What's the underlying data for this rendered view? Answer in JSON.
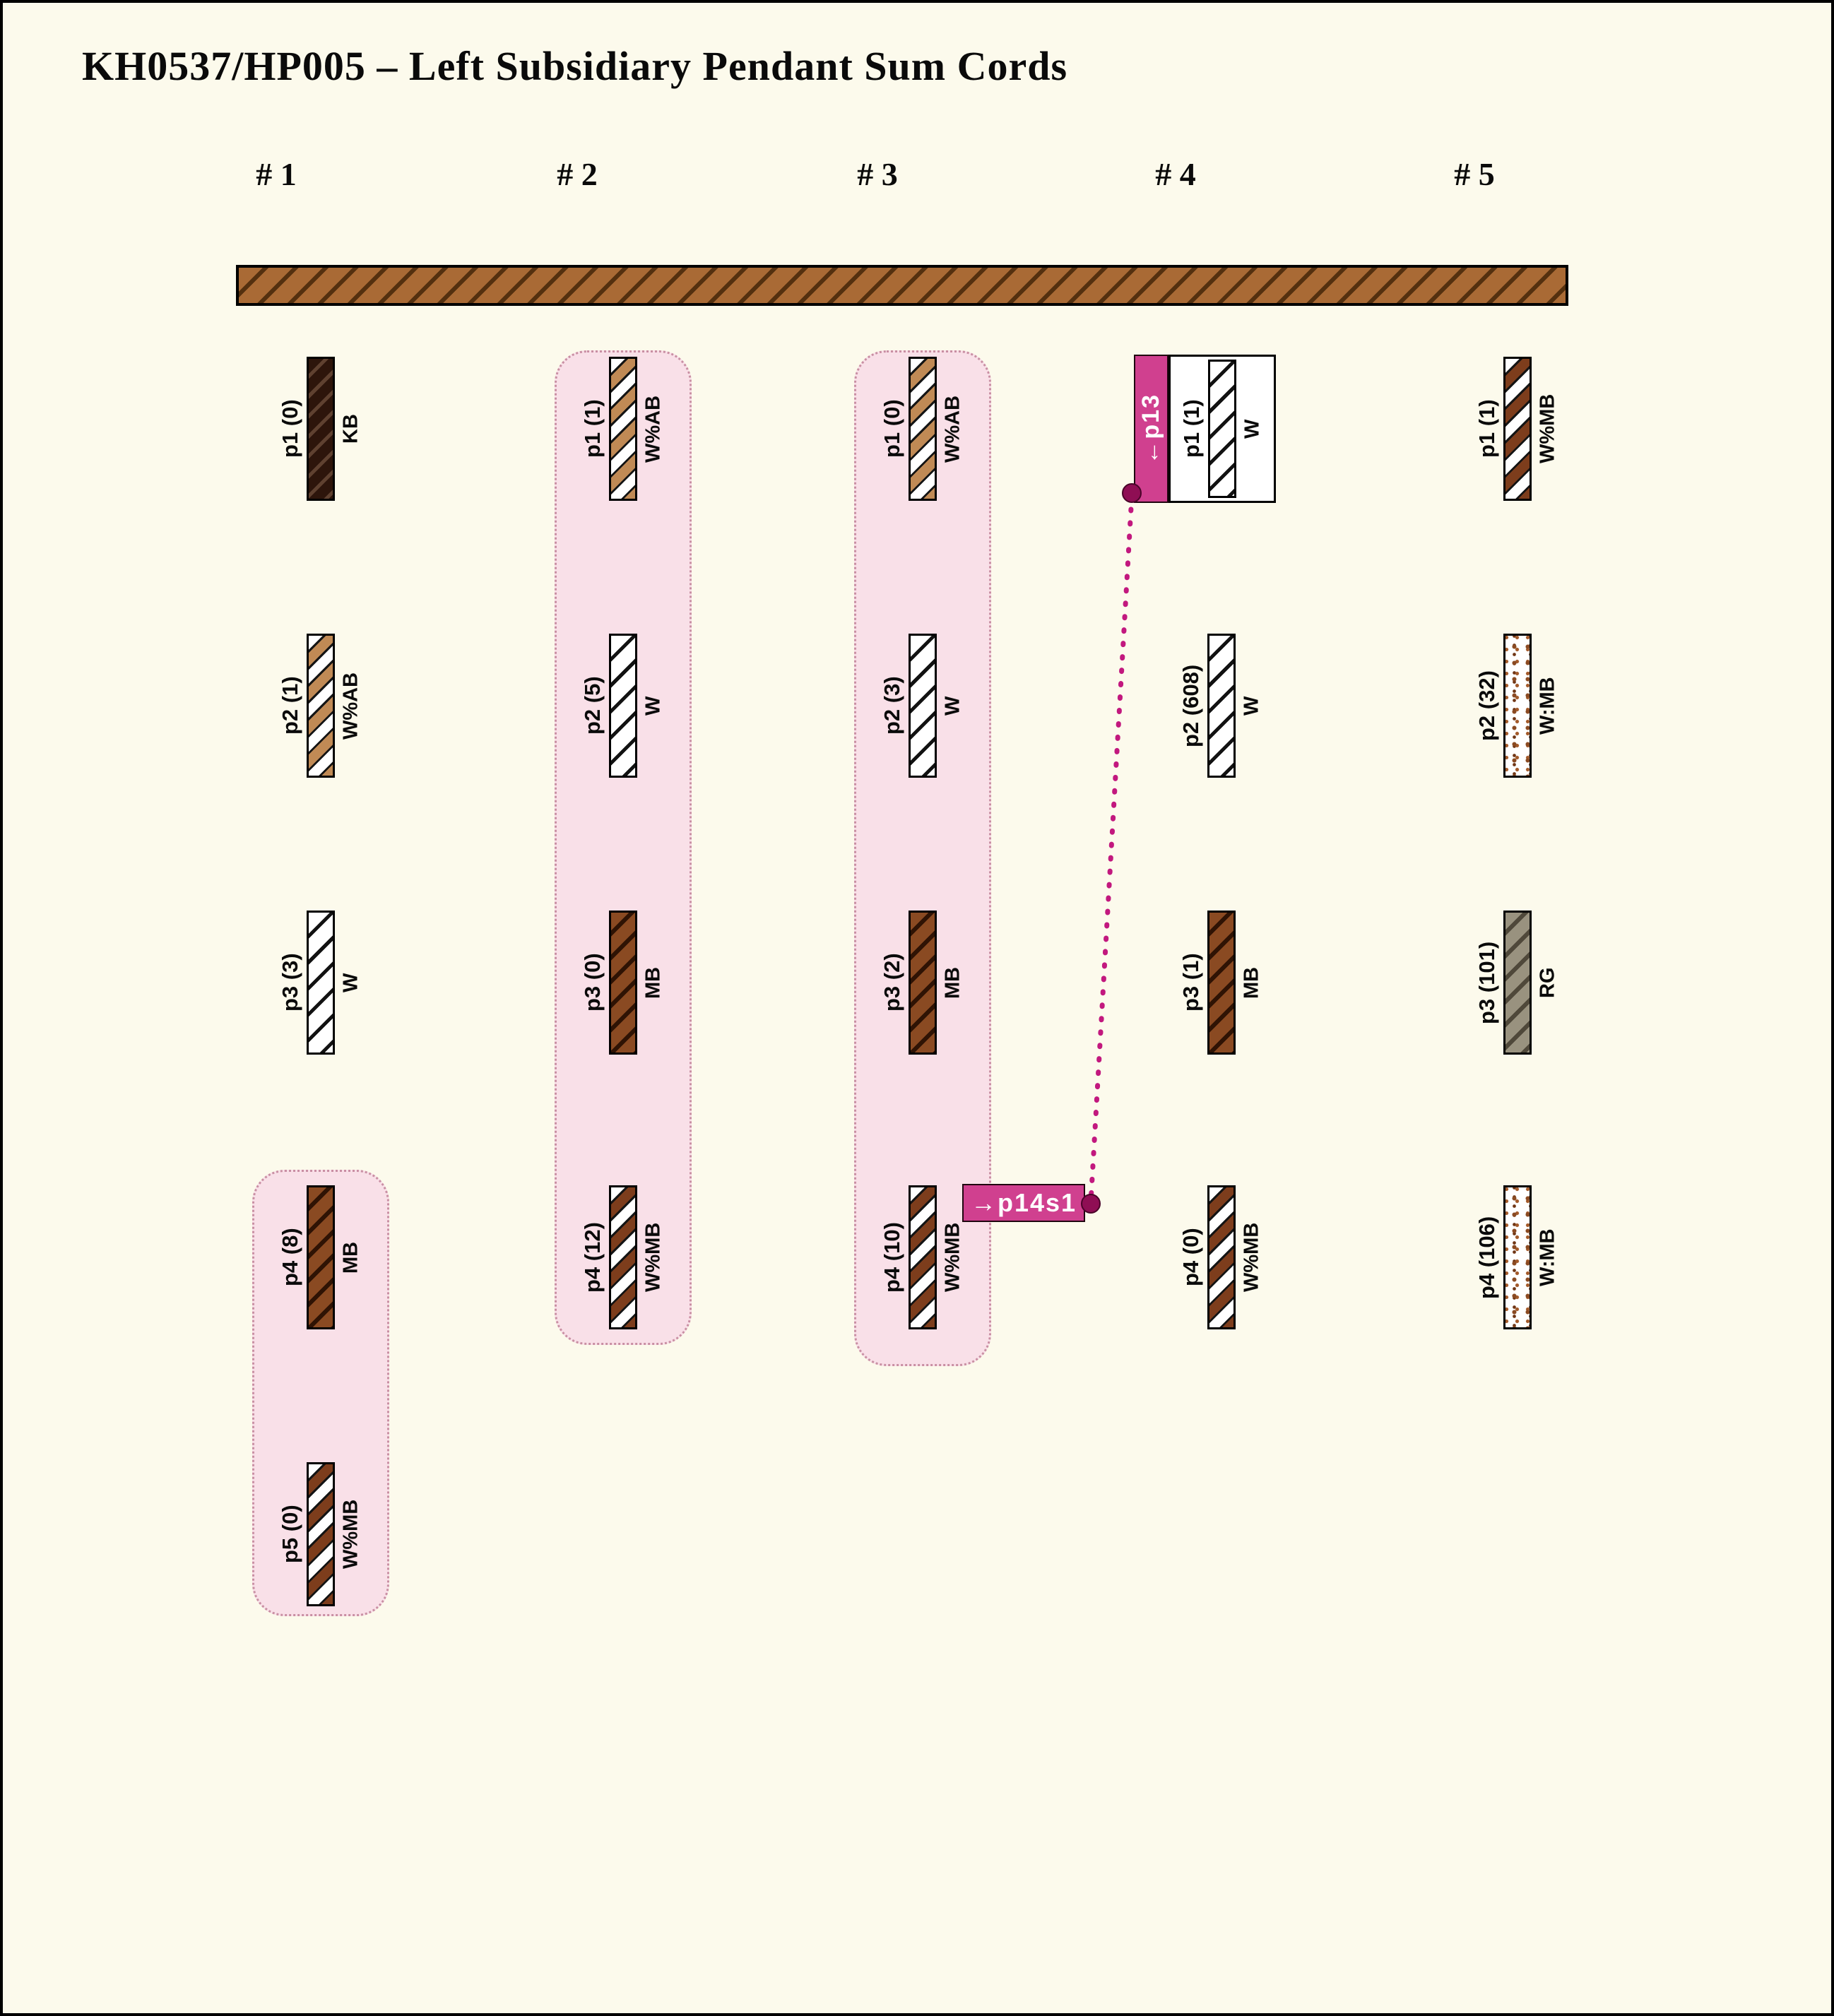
{
  "title": "KH0537/HP005 – Left Subsidiary Pendant Sum Cords",
  "groups": [
    {
      "label": "# 1",
      "pendants": [
        {
          "label": "p1 (0)",
          "code": "KB"
        },
        {
          "label": "p2 (1)",
          "code": "W%AB"
        },
        {
          "label": "p3 (3)",
          "code": "W"
        },
        {
          "label": "p4 (8)",
          "code": "MB"
        },
        {
          "label": "p5 (0)",
          "code": "W%MB"
        }
      ]
    },
    {
      "label": "# 2",
      "pendants": [
        {
          "label": "p1 (1)",
          "code": "W%AB"
        },
        {
          "label": "p2 (5)",
          "code": "W"
        },
        {
          "label": "p3 (0)",
          "code": "MB"
        },
        {
          "label": "p4 (12)",
          "code": "W%MB"
        }
      ]
    },
    {
      "label": "# 3",
      "pendants": [
        {
          "label": "p1 (0)",
          "code": "W%AB"
        },
        {
          "label": "p2 (3)",
          "code": "W"
        },
        {
          "label": "p3 (2)",
          "code": "MB"
        },
        {
          "label": "p4 (10)",
          "code": "W%MB"
        }
      ]
    },
    {
      "label": "# 4",
      "pendants": [
        {
          "label": "p1 (1)",
          "code": "W"
        },
        {
          "label": "p2 (608)",
          "code": "W"
        },
        {
          "label": "p3 (1)",
          "code": "MB"
        },
        {
          "label": "p4 (0)",
          "code": "W%MB"
        }
      ]
    },
    {
      "label": "# 5",
      "pendants": [
        {
          "label": "p1 (1)",
          "code": "W%MB"
        },
        {
          "label": "p2 (32)",
          "code": "W:MB"
        },
        {
          "label": "p3 (101)",
          "code": "RG"
        },
        {
          "label": "p4 (106)",
          "code": "W:MB"
        }
      ]
    }
  ],
  "annotations": {
    "p13_label": "←p13",
    "p14s1_label": "→p14s1"
  },
  "colors": {
    "background": "#fcfaec",
    "highlight_pink": "#f9e0e8",
    "annotation_pink": "#d0408f",
    "connector_magenta": "#c2187e",
    "cord_brown": "#a96a35"
  }
}
